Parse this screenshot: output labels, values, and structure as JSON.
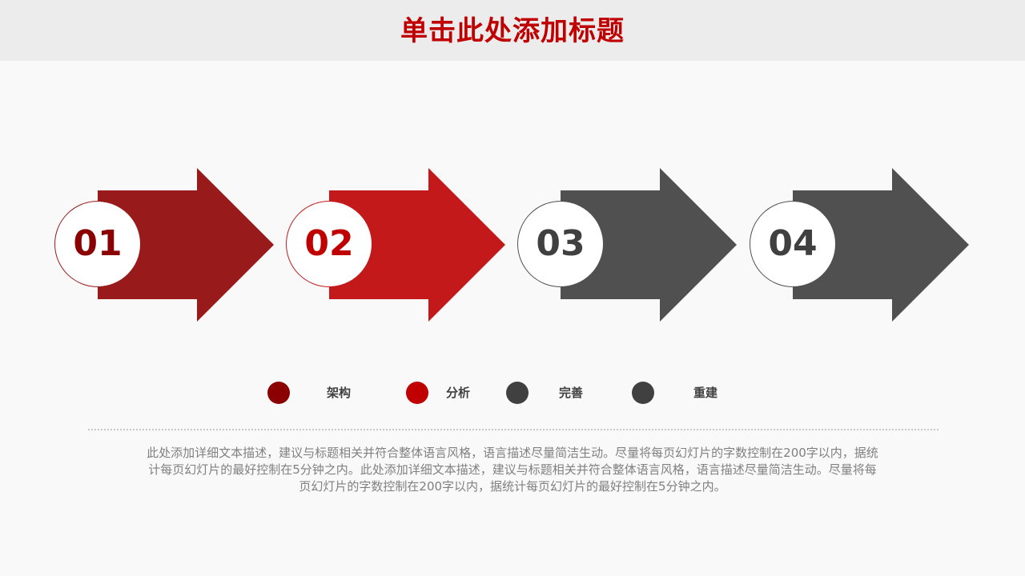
{
  "header": {
    "title": "单击此处添加标题"
  },
  "colors": {
    "title_red": "#c00000",
    "step1": "#991a1a",
    "step2": "#c4191b",
    "step3": "#505050",
    "step4": "#505050",
    "legend1": "#8b0000",
    "legend2": "#c00000",
    "legend3": "#404040",
    "legend4": "#404040",
    "text_gray": "#808080"
  },
  "steps": [
    {
      "number": "01",
      "color": "#991a1a",
      "num_color": "#8b0000"
    },
    {
      "number": "02",
      "color": "#c4191b",
      "num_color": "#c00000"
    },
    {
      "number": "03",
      "color": "#505050",
      "num_color": "#404040"
    },
    {
      "number": "04",
      "color": "#505050",
      "num_color": "#404040"
    }
  ],
  "legend": [
    {
      "label": "架构",
      "color": "#8b0000"
    },
    {
      "label": "分析",
      "color": "#c00000"
    },
    {
      "label": "完善",
      "color": "#404040"
    },
    {
      "label": "重建",
      "color": "#404040"
    }
  ],
  "description": {
    "lines": [
      "此处添加详细文本描述，建议与标题相关并符合整体语言风格，语言描述尽量简洁生动。尽量将每页幻灯片的字数控制在200字以内，据统",
      "计每页幻灯片的最好控制在5分钟之内。此处添加详细文本描述，建议与标题相关并符合整体语言风格，语言描述尽量简洁生动。尽量将每",
      "页幻灯片的字数控制在200字以内，据统计每页幻灯片的最好控制在5分钟之内。"
    ]
  }
}
